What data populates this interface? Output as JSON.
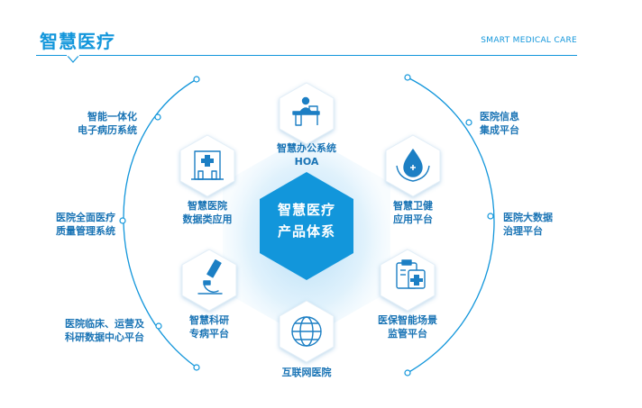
{
  "header": {
    "title": "智慧医疗",
    "subtitle": "SMART MEDICAL CARE"
  },
  "center": {
    "line1": "智慧医疗",
    "line2": "产品体系"
  },
  "modules": {
    "office": {
      "line1": "智慧办公系统",
      "line2": "HOA",
      "icon": "office-desk-icon"
    },
    "hospital_data": {
      "line1": "智慧医院",
      "line2": "数据类应用",
      "icon": "hospital-building-icon"
    },
    "health": {
      "line1": "智慧卫健",
      "line2": "应用平台",
      "icon": "hand-drop-icon"
    },
    "research": {
      "line1": "智慧科研",
      "line2": "专病平台",
      "icon": "microscope-icon"
    },
    "insurance": {
      "line1": "医保智能场景",
      "line2": "监管平台",
      "icon": "medical-clipboard-icon"
    },
    "internet": {
      "line1": "互联网医院",
      "icon": "globe-icon"
    }
  },
  "left_labels": {
    "emr": {
      "line1": "智能一体化",
      "line2": "电子病历系统"
    },
    "quality": {
      "line1": "医院全面医疗",
      "line2": "质量管理系统"
    },
    "clinical": {
      "line1": "医院临床、运营及",
      "line2": "科研数据中心平台"
    }
  },
  "right_labels": {
    "integration": {
      "line1": "医院信息",
      "line2": "集成平台"
    },
    "bigdata": {
      "line1": "医院大数据",
      "line2": "治理平台"
    }
  },
  "colors": {
    "primary": "#1296db",
    "label": "#1a74b5",
    "glow": "#cfe9f9",
    "icon_stroke": "#1c7fc4"
  }
}
